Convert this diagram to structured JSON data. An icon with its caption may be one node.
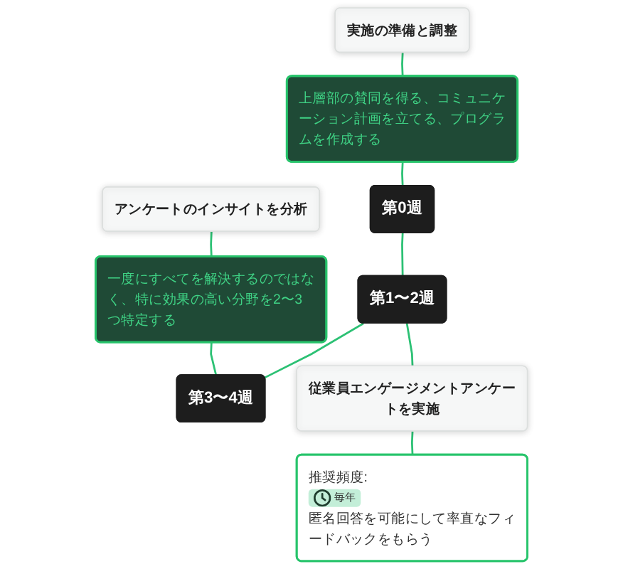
{
  "diagram": {
    "nodes": [
      {
        "text": [
          "実施の準備と調整"
        ]
      },
      {
        "text": [
          "アンケートのインサイトを分析"
        ]
      },
      {
        "text": [
          "上層部の賛同を得る、コミュニケーション計画を立てる、プログラムを作成する"
        ]
      },
      {
        "text": [
          "一度にすべてを解決するのではなく、特に効果の高い分野を2〜3つ特定する"
        ]
      },
      {
        "text": [
          "第0週"
        ]
      },
      {
        "text": [
          "第1〜2週"
        ]
      },
      {
        "text": [
          "第3〜4週"
        ]
      },
      {
        "text": [
          "従業員エンゲージメントアンケートを実施"
        ]
      },
      {
        "text": [
          "推奨頻度:",
          "毎年",
          "匿名回答を可能にして率直なフィードバックをもらう"
        ]
      }
    ],
    "edges": [
      {
        "from": 0,
        "to": 2,
        "arrow": "none"
      },
      {
        "from": 2,
        "to": 4,
        "arrow": "none"
      },
      {
        "from": 1,
        "to": 3,
        "arrow": "none"
      },
      {
        "from": 3,
        "to": 6,
        "arrow": "none"
      },
      {
        "from": 4,
        "to": 5,
        "arrow": "none"
      },
      {
        "from": 5,
        "to": 6,
        "arrow": "none"
      },
      {
        "from": 5,
        "to": 7,
        "arrow": "none"
      },
      {
        "from": 7,
        "to": 8,
        "arrow": "none"
      }
    ]
  }
}
